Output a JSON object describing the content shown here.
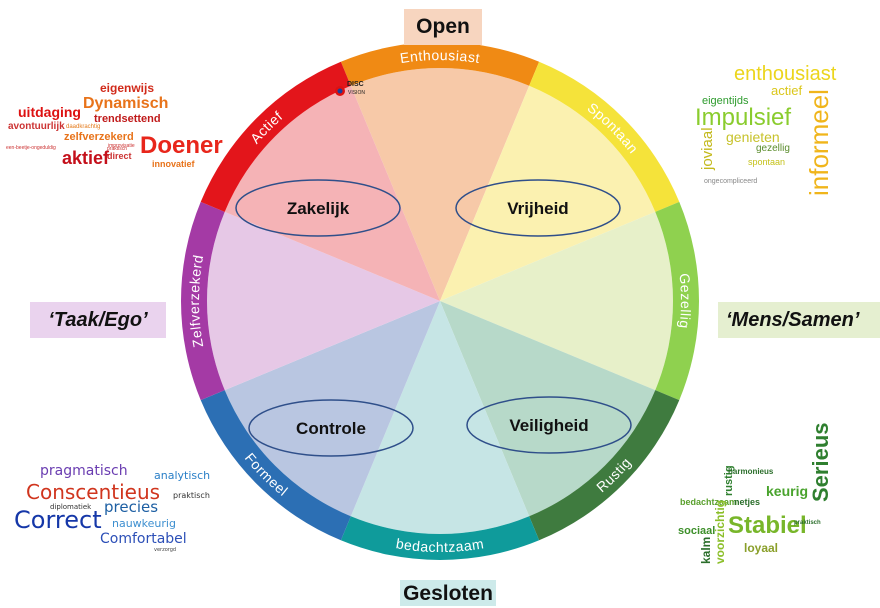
{
  "axis_labels": {
    "top": "Open",
    "bottom": "Gesloten",
    "left": "‘Taak/Ego’",
    "right": "‘Mens/Samen’"
  },
  "logo_text": [
    "DISC",
    "VISION"
  ],
  "segments": [
    {
      "label": "Enthousiast",
      "color": "#f08a14",
      "fill": "#f7c9a8"
    },
    {
      "label": "Spontaan",
      "color": "#f5e33a",
      "fill": "#fbf1b0"
    },
    {
      "label": "Gezellig",
      "color": "#8fd14f",
      "fill": "#e7f0c9"
    },
    {
      "label": "Rustig",
      "color": "#3f7b3f",
      "fill": "#b7d9c9"
    },
    {
      "label": "bedachtzaam",
      "color": "#0f9b9b",
      "fill": "#c6e5e5"
    },
    {
      "label": "Formeel",
      "color": "#2c6fb4",
      "fill": "#b9c6e1"
    },
    {
      "label": "Zelfverzekerd",
      "color": "#a43aa5",
      "fill": "#e6c8e6"
    },
    {
      "label": "Actief",
      "color": "#e3151b",
      "fill": "#f5b3b6"
    }
  ],
  "quadrants": {
    "top_left": "Zakelijk",
    "top_right": "Vrijheid",
    "bottom_left": "Controle",
    "bottom_right": "Veiligheid"
  },
  "word_clouds": {
    "red": {
      "color": "#d01818",
      "words": [
        "eigenwijs",
        "Dynamisch",
        "uitdaging",
        "trendsettend",
        "avontuurlijk",
        "daadkrachtig",
        "zelfverzekerd",
        "een-beetje-ongeduldig",
        "improvisatie",
        "Doener",
        "aktief",
        "direct",
        "praktisch",
        "innovatief"
      ]
    },
    "yellow": {
      "color": "#d8c21c",
      "words": [
        "enthousiast",
        "actief",
        "eigentijds",
        "Impulsief",
        "genieten",
        "joviaal",
        "gezellig",
        "spontaan",
        "informeel",
        "ongecompliceerd"
      ]
    },
    "blue": {
      "color": "#1f4fa8",
      "words": [
        "pragmatisch",
        "analytisch",
        "Conscentieus",
        "praktisch",
        "diplomatiek",
        "precies",
        "Correct",
        "nauwkeurig",
        "Comfortabel",
        "verzorgd"
      ]
    },
    "green": {
      "color": "#3f7f1f",
      "words": [
        "rustig",
        "harmonieus",
        "bedachtzaam",
        "netjes",
        "keurig",
        "Serieus",
        "sociaal",
        "voorzichtig",
        "Stabiel",
        "praktisch",
        "kalm",
        "loyaal"
      ]
    }
  }
}
